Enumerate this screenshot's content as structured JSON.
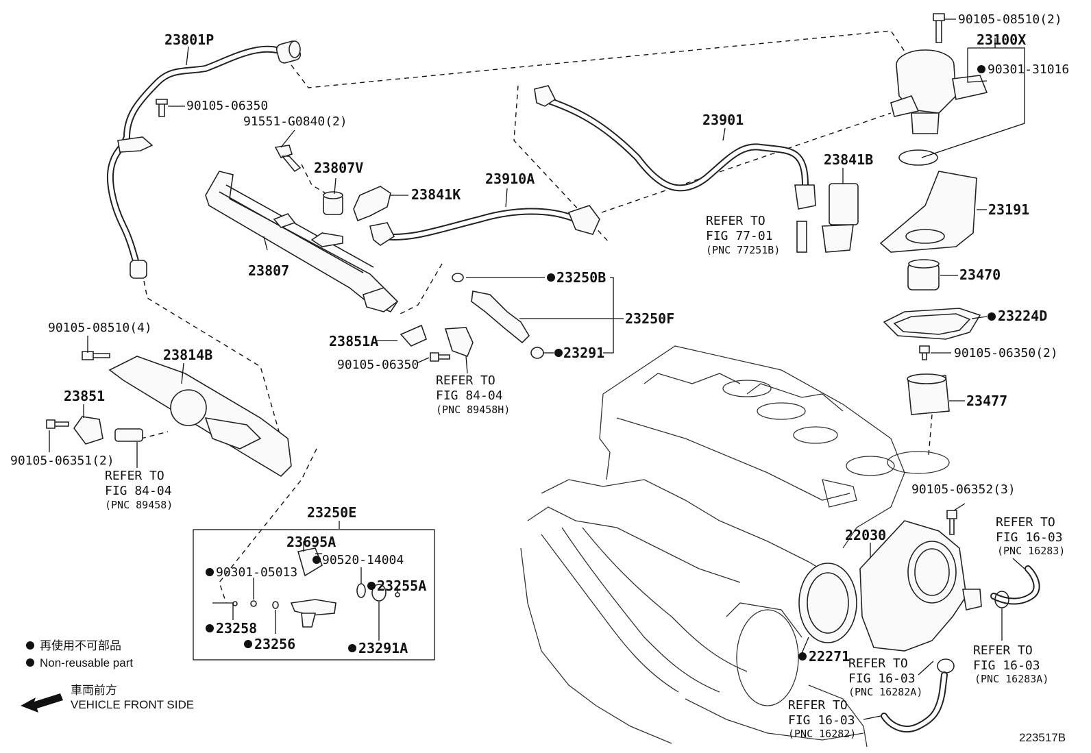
{
  "parts": {
    "p23801P": "23801P",
    "p90105_06350_a": "90105-06350",
    "p91551": "91551-G0840(2)",
    "p23807V": "23807V",
    "p23841K": "23841K",
    "p23910A": "23910A",
    "p23901": "23901",
    "p23841B": "23841B",
    "p90105_08510_2": "90105-08510(2)",
    "p23100X": "23100X",
    "p90301_31016": "90301-31016",
    "p23191": "23191",
    "p23470": "23470",
    "p23224D": "23224D",
    "p90105_06350_2": "90105-06350(2)",
    "p23477": "23477",
    "p23807": "23807",
    "p23250B": "23250B",
    "p23250F": "23250F",
    "p23291": "23291",
    "p23851A": "23851A",
    "p90105_06350_b": "90105-06350",
    "p90105_08510_4": "90105-08510(4)",
    "p23814B": "23814B",
    "p23851": "23851",
    "p90105_06351": "90105-06351(2)",
    "p23250E": "23250E",
    "p23695A": "23695A",
    "p90520": "90520-14004",
    "p90301_05013": "90301-05013",
    "p23255A": "23255A",
    "p23258": "23258",
    "p23256": "23256",
    "p23291A": "23291A",
    "p90105_06352": "90105-06352(3)",
    "p22030": "22030",
    "p22271": "22271"
  },
  "refs": {
    "r77_1": "REFER TO",
    "r77_2": "FIG 77-01",
    "r77_3": "(PNC 77251B)",
    "r84a_1": "REFER TO",
    "r84a_2": "FIG 84-04",
    "r84a_3": "(PNC 89458H)",
    "r84b_1": "REFER TO",
    "r84b_2": "FIG 84-04",
    "r84b_3": "(PNC 89458)",
    "r16a_1": "REFER TO",
    "r16a_2": "FIG 16-03",
    "r16a_3": "(PNC 16283)",
    "r16b_1": "REFER TO",
    "r16b_2": "FIG 16-03",
    "r16b_3": "(PNC 16283A)",
    "r16c_1": "REFER TO",
    "r16c_2": "FIG 16-03",
    "r16c_3": "(PNC 16282A)",
    "r16d_1": "REFER TO",
    "r16d_2": "FIG 16-03",
    "r16d_3": "(PNC 16282)"
  },
  "legend": {
    "jp_nonreusable": "再使用不可部品",
    "en_nonreusable": "Non-reusable part",
    "jp_front": "車両前方",
    "en_front": "VEHICLE FRONT SIDE"
  },
  "figure_id": "223517B"
}
